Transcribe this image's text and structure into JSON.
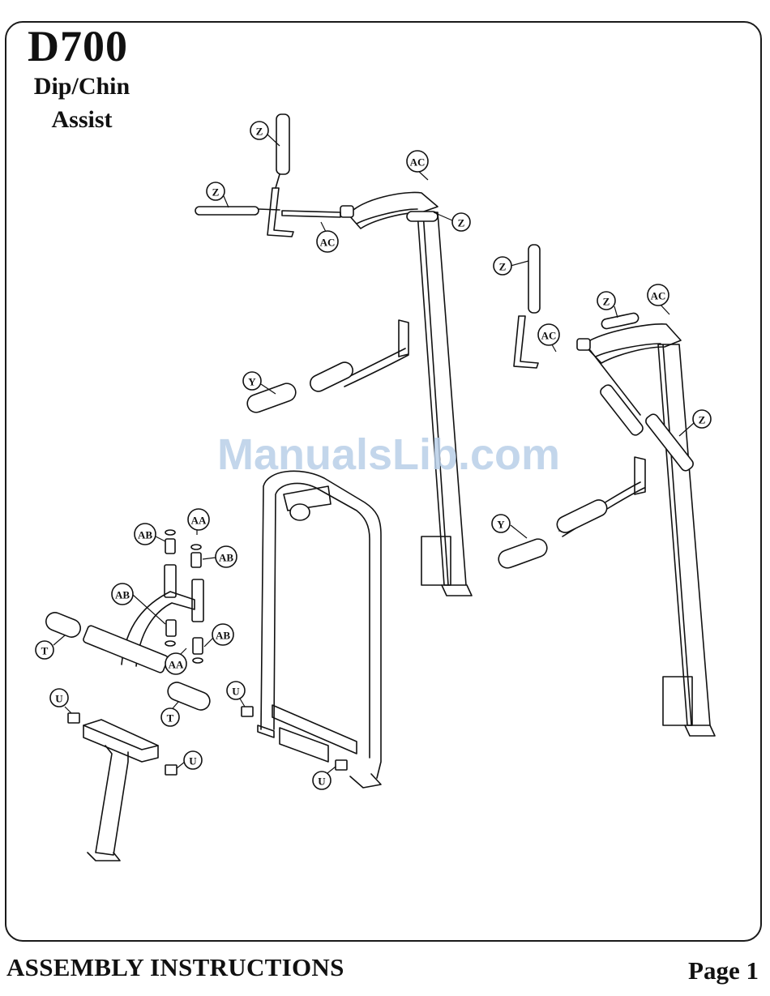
{
  "header": {
    "model": "D700",
    "subtitle_line1": "Dip/Chin",
    "subtitle_line2": "Assist"
  },
  "watermark": "ManualsLib.com",
  "footer": {
    "left": "ASSEMBLY INSTRUCTIONS",
    "right": "Page 1"
  },
  "callouts": {
    "z": "Z",
    "y": "Y",
    "ac": "AC",
    "ab": "AB",
    "aa": "AA",
    "t": "T",
    "u": "U"
  }
}
